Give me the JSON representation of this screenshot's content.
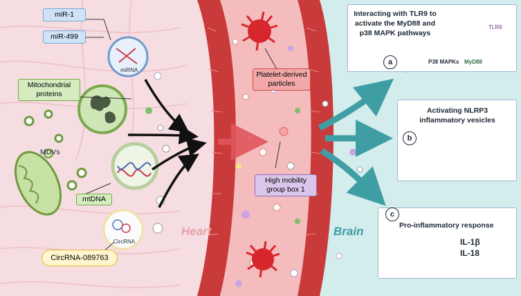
{
  "labels": {
    "mir1": "miR-1",
    "mir499": "miR-499",
    "mirna": "miRNA",
    "mito_proteins": "Mitochondrial proteins",
    "mdvs": "MDVs",
    "mtdna": "mtDNA",
    "circrna_small": "CircRNA",
    "circrna_089763": "CircRNA-089763",
    "platelet": "Platelet-derived particles",
    "hmgb1": "High mobility group box 1",
    "heart": "Heart",
    "brain": "Brain"
  },
  "panels": {
    "a": {
      "badge": "a",
      "title": "Interacting with TLR9  to activate the MyD88 and p38 MAPK pathways",
      "tlr9": "TLR9",
      "p38": "P38 MAPKs",
      "myd88": "MyD88"
    },
    "b": {
      "badge": "b",
      "title": "Activating NLRP3 inflammatory vesicles"
    },
    "c": {
      "badge": "c",
      "title": "Pro-inflammatory response",
      "il1b": "IL-1β",
      "il18": "IL-18"
    }
  },
  "colors": {
    "heart_bg": "#f6dde2",
    "vessel_wall": "#c93a3a",
    "lumen": "#f4bcbc",
    "brain_bg": "#d3ecec",
    "arrow_teal": "#3f9ea4",
    "platelet_red": "#d7262c",
    "label_heart": "#e7a2a8",
    "label_brain": "#3d9ea6"
  }
}
